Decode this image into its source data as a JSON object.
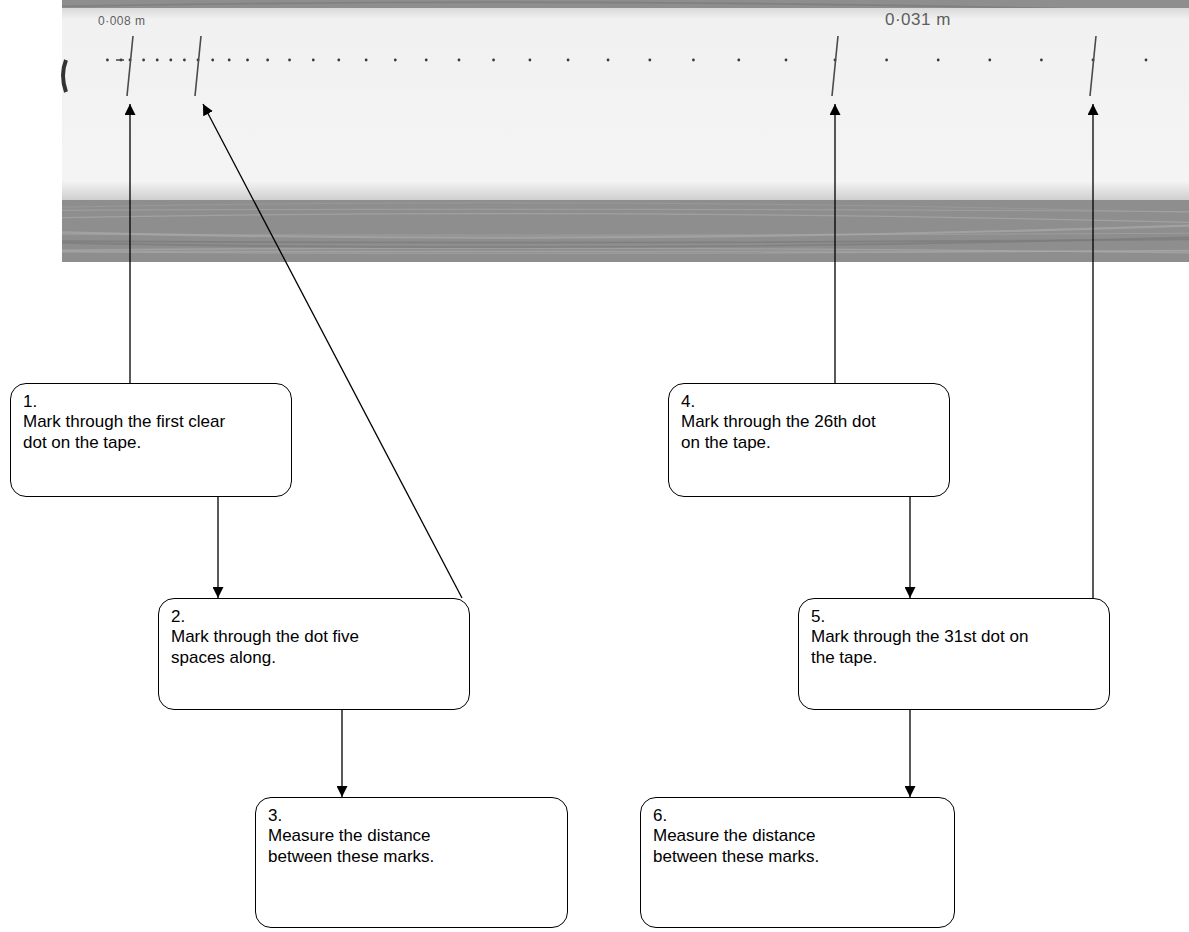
{
  "diagram": {
    "nodes": [
      {
        "text": [
          "1.",
          "Mark through the first clear dot on the tape."
        ]
      },
      {
        "text": [
          "2.",
          "Mark through the dot five spaces along."
        ]
      },
      {
        "text": [
          "3.",
          "Measure the distance between these marks."
        ]
      },
      {
        "text": [
          "4.",
          "Mark through the 26th dot on the tape."
        ]
      },
      {
        "text": [
          "5.",
          "Mark through the 31st dot on the tape."
        ]
      },
      {
        "text": [
          "6.",
          "Measure the distance between these marks."
        ]
      }
    ],
    "edges": [
      {
        "from": 0,
        "to": 1,
        "arrow": "to"
      },
      {
        "from": 1,
        "to": 2,
        "arrow": "to"
      },
      {
        "from": 3,
        "to": 4,
        "arrow": "to"
      },
      {
        "from": 4,
        "to": 5,
        "arrow": "to"
      }
    ],
    "labels": [
      "0·008 m",
      "0·031 m"
    ]
  }
}
